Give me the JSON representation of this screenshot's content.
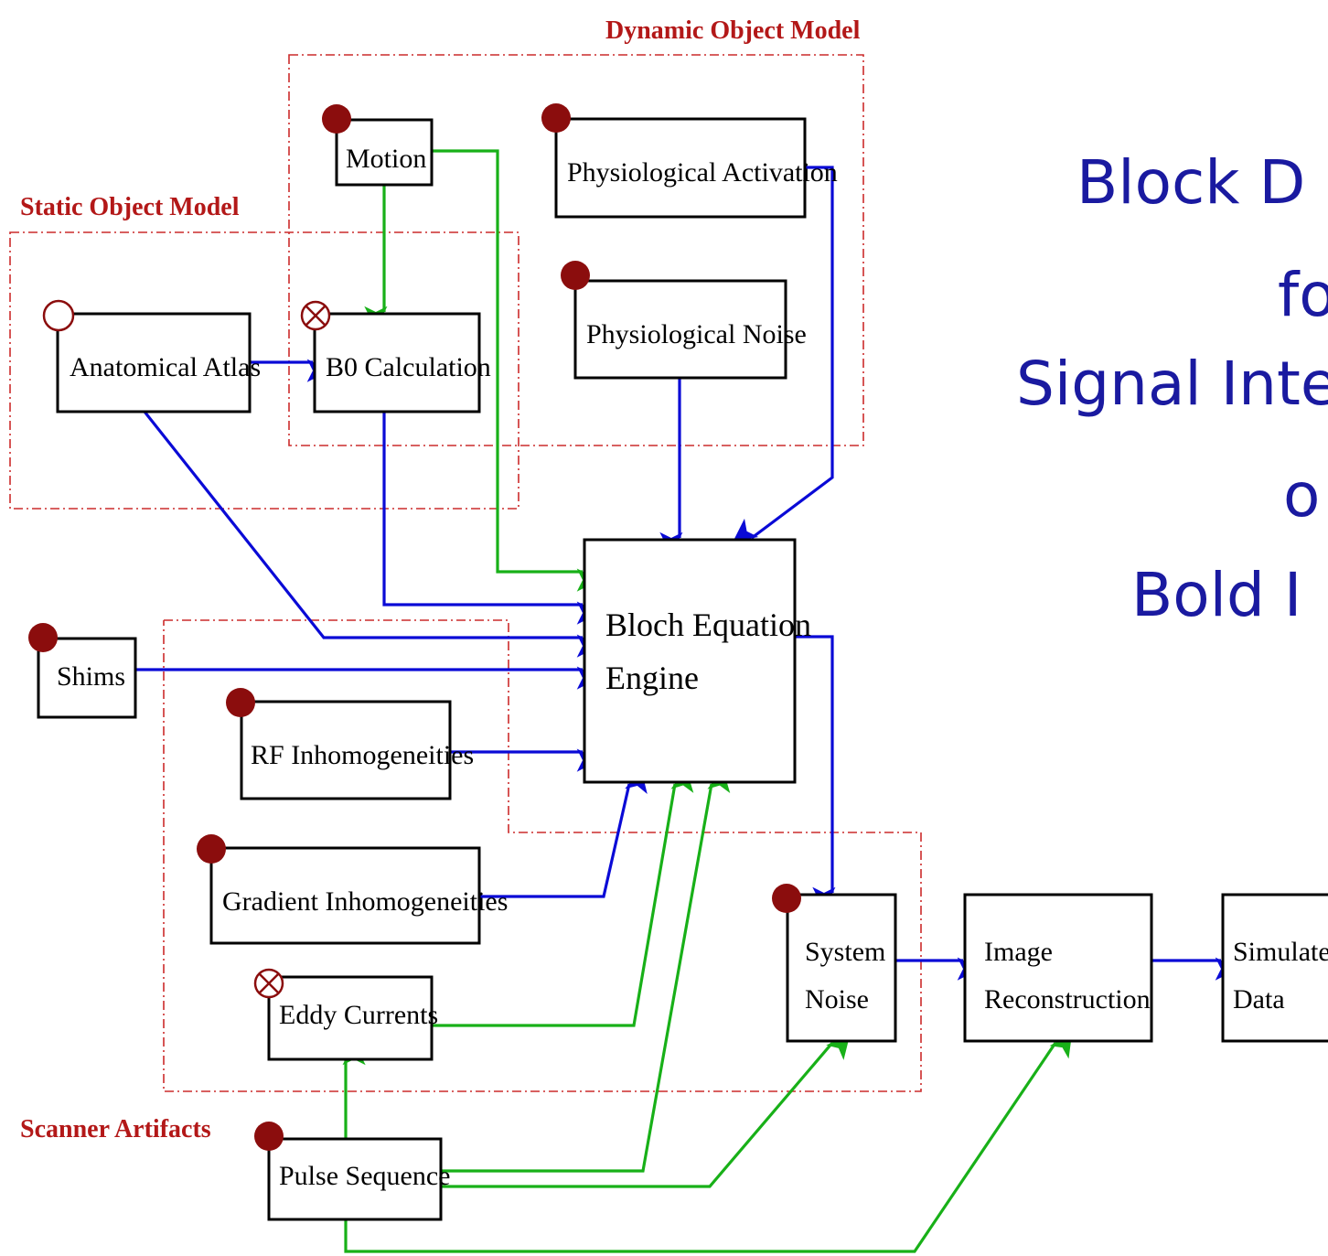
{
  "regions": {
    "dynamic": "Dynamic Object Model",
    "static": "Static Object Model",
    "scanner": "Scanner Artifacts"
  },
  "blocks": {
    "motion": "Motion",
    "physio_activation": "Physiological Activation",
    "physio_noise": "Physiological Noise",
    "anatomical_atlas": "Anatomical Atlas",
    "b0_calc": "B0 Calculation",
    "bloch_line1": "Bloch Equation",
    "bloch_line2": "Engine",
    "shims": "Shims",
    "rf_inhom": "RF Inhomogeneities",
    "gradient_inhom": "Gradient Inhomogeneities",
    "eddy": "Eddy Currents",
    "pulse_seq": "Pulse Sequence",
    "system_noise_line1": "System",
    "system_noise_line2": "Noise",
    "image_recon_line1": "Image",
    "image_recon_line2": "Reconstruction",
    "simulated_line1": "Simulated",
    "simulated_line2": "Data"
  },
  "title": {
    "line1": "Block D",
    "line2": "fo",
    "line3": "Signal Inte",
    "line4": "o",
    "line5": "Bold I"
  },
  "colors": {
    "blue_arrow": "#0a0ad6",
    "green_arrow": "#18b018",
    "region_border": "#cc2b2b",
    "region_label": "#b31818",
    "marker": "#8b0d0d",
    "title_text": "#1a1aa0"
  }
}
